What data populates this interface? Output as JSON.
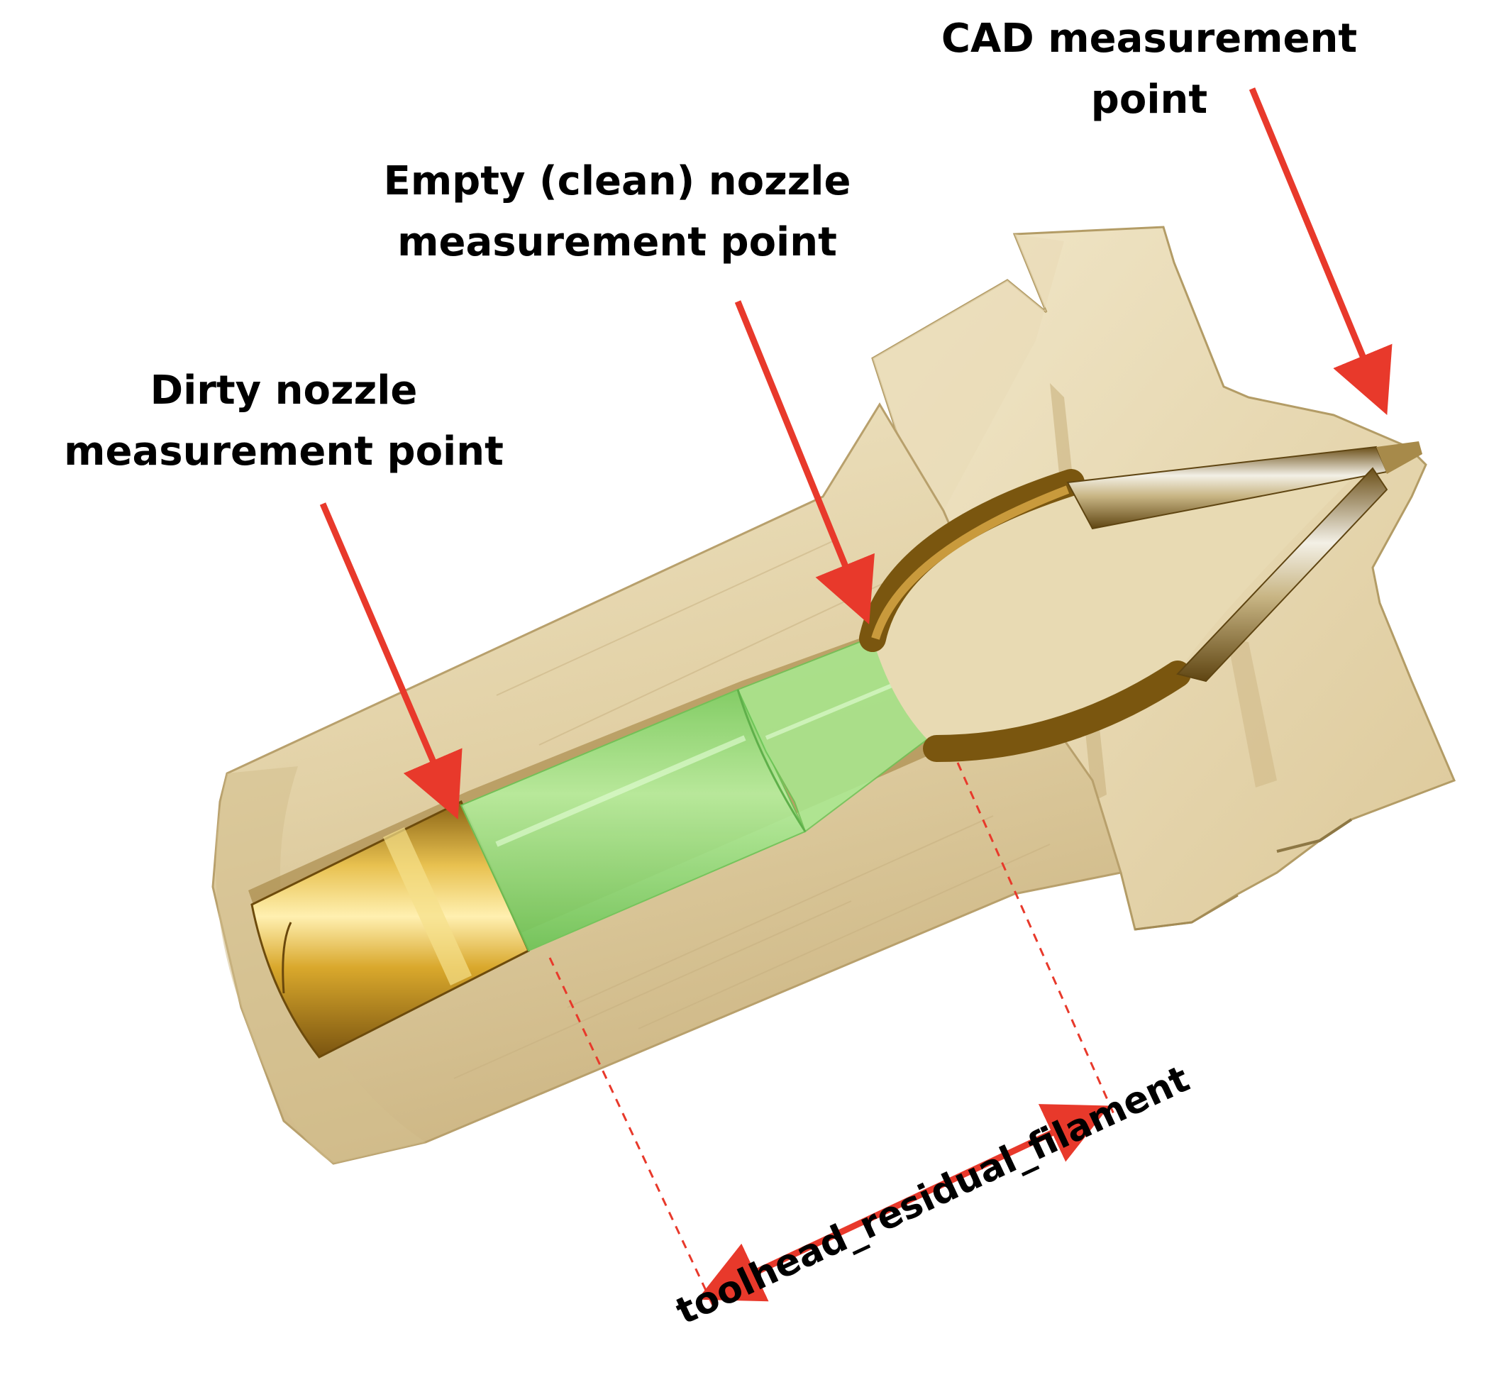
{
  "labels": {
    "cad": [
      "CAD measurement",
      "point"
    ],
    "empty": [
      "Empty (clean) nozzle",
      "measurement point"
    ],
    "dirty": [
      "Dirty nozzle",
      "measurement point"
    ],
    "dimension": "toolhead_residual_filament"
  },
  "colors": {
    "arrow": "#e8392b",
    "brass_light": "#e6d7b0",
    "brass_mid": "#d1b87a",
    "brass_dark": "#8a6418",
    "gold": "#d4a628",
    "filament": "#8fe07a",
    "text": "#000000"
  }
}
